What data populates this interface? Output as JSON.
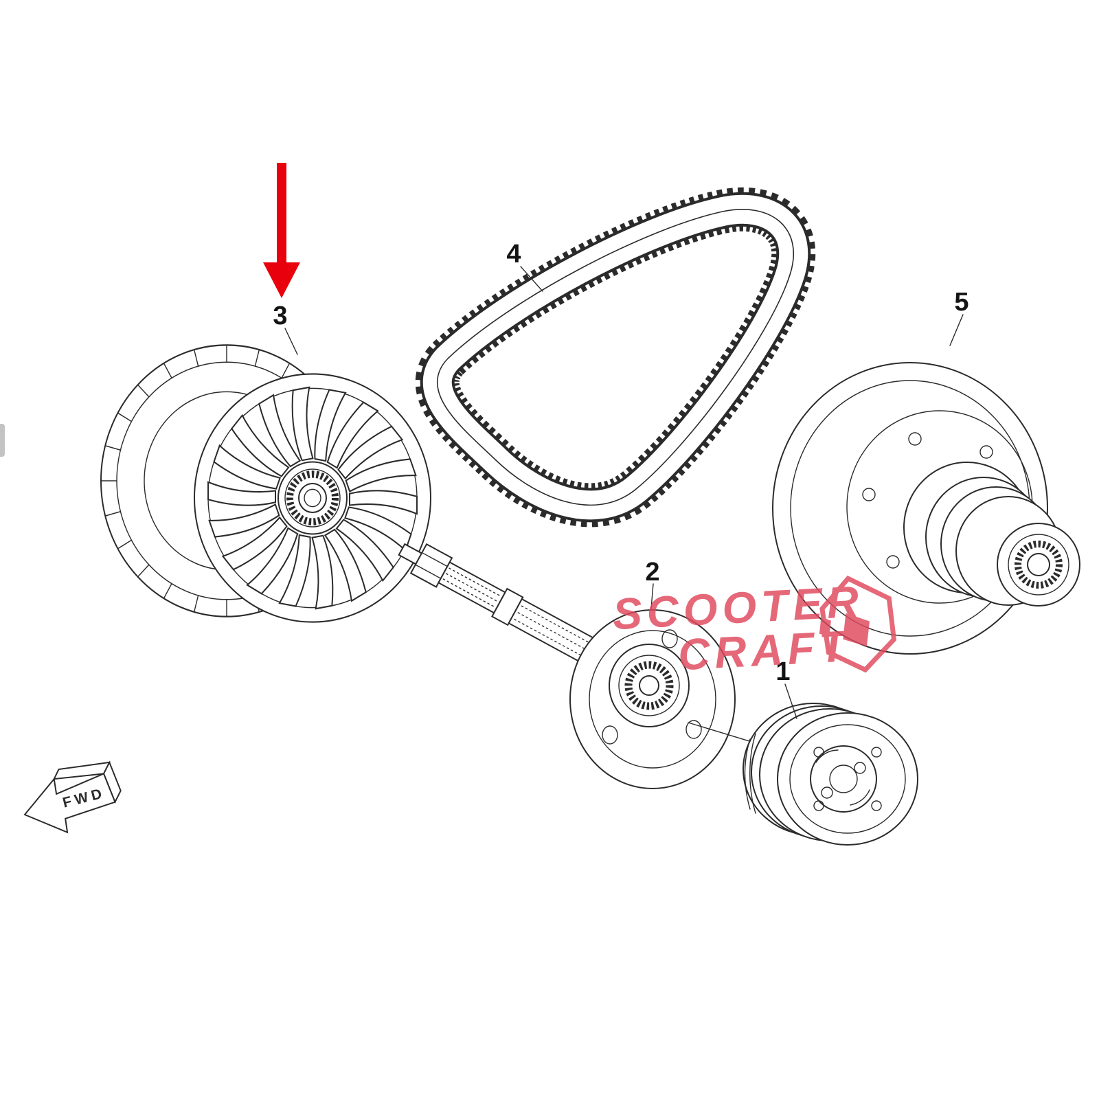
{
  "diagram": {
    "type": "exploded-parts-diagram",
    "part_labels": {
      "p1": "1",
      "p2": "2",
      "p3": "3",
      "p4": "4",
      "p5": "5"
    },
    "fwd_label": "FWD",
    "watermark_line1": "SCOOTER",
    "watermark_line2": "CRAFT",
    "colors": {
      "line": "#2b2b2b",
      "highlight_arrow": "#e8000d",
      "watermark": "#e0485c",
      "background": "#ffffff"
    }
  }
}
